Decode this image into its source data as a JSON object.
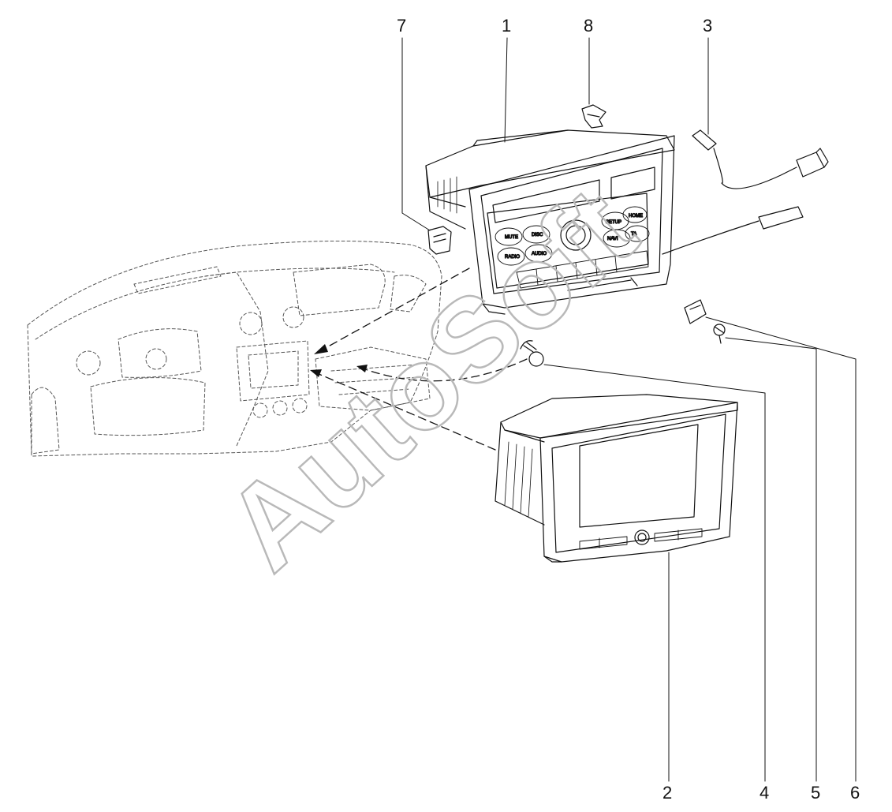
{
  "figure": {
    "watermark": "AutoSoft",
    "callouts": [
      "1",
      "2",
      "3",
      "4",
      "5",
      "6",
      "7",
      "8"
    ]
  },
  "unit_1": {
    "buttons": [
      "MUTE",
      "DISC",
      "RADIO",
      "AUDIO",
      "SETUP",
      "HOME",
      "NAVI",
      "TA"
    ]
  },
  "colors": {
    "line": "#111111",
    "watermark": "#b9b9b9",
    "background": "#ffffff"
  }
}
